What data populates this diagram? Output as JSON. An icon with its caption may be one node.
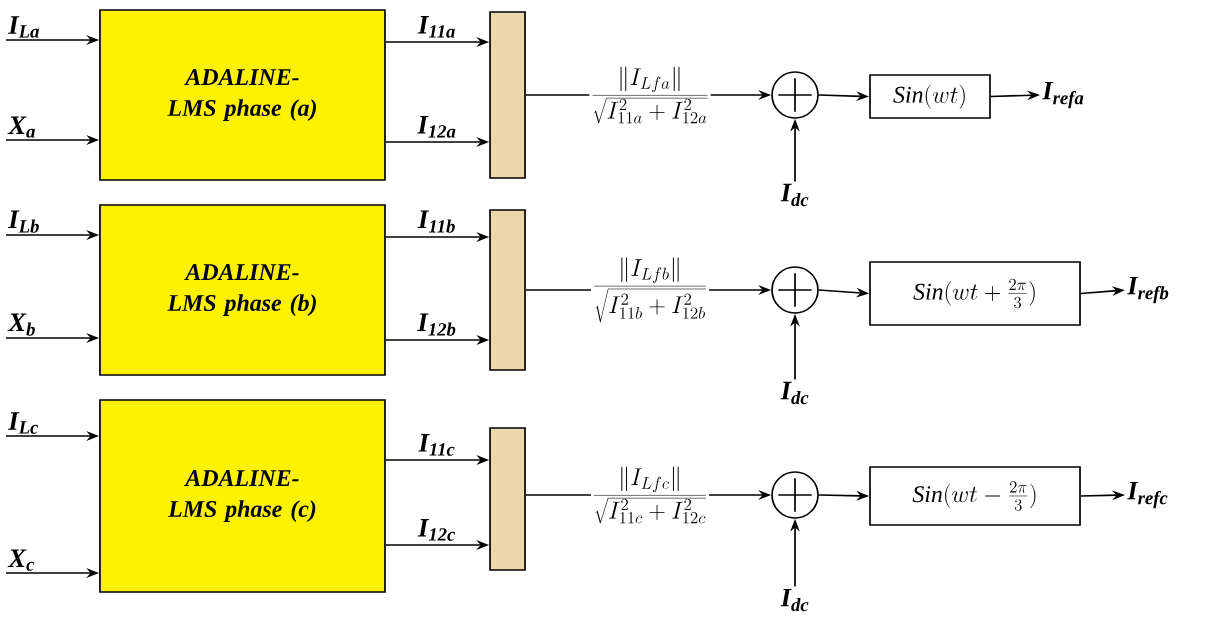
{
  "diagram": {
    "nodes": [
      {
        "text": [
          "I$_{La}$"
        ]
      },
      {
        "text": [
          "X$_{a}$"
        ]
      },
      {
        "text": [
          "ADALINE-LMS phase (a)"
        ]
      },
      {
        "text": [],
        "shape": "bar"
      },
      {
        "text": [],
        "shape": "circle"
      },
      {
        "text": [
          "I$_{dc}$"
        ]
      },
      {
        "text": [
          "\\mathit{Sin}(wt)"
        ]
      },
      {
        "text": [
          "I$_{refa}$"
        ]
      },
      {
        "text": [
          "I$_{Lb}$"
        ]
      },
      {
        "text": [
          "X$_{b}$"
        ]
      },
      {
        "text": [
          "ADALINE-LMS phase (b)"
        ]
      },
      {
        "text": [],
        "shape": "bar"
      },
      {
        "text": [],
        "shape": "circle"
      },
      {
        "text": [
          "I$_{dc}$"
        ]
      },
      {
        "text": [
          "\\mathit{Sin}(wt+\\frac{2\\pi}{3})"
        ]
      },
      {
        "text": [
          "I$_{refb}$"
        ]
      },
      {
        "text": [
          "I$_{Lc}$"
        ]
      },
      {
        "text": [
          "X$_{c}$"
        ]
      },
      {
        "text": [
          "ADALINE-LMS phase (c)"
        ]
      },
      {
        "text": [],
        "shape": "bar"
      },
      {
        "text": [],
        "shape": "circle"
      },
      {
        "text": [
          "I$_{dc}$"
        ]
      },
      {
        "text": [
          "\\mathit{Sin}(wt-\\frac{2\\pi}{3})"
        ]
      },
      {
        "text": [
          "I$_{refc}$"
        ]
      }
    ],
    "edges": [
      {
        "from": 0,
        "to": 2,
        "arrow": "to"
      },
      {
        "from": 1,
        "to": 2,
        "arrow": "to"
      },
      {
        "from": 2,
        "to": 3,
        "arrow": "to",
        "label": "I$_{11a}$"
      },
      {
        "from": 2,
        "to": 3,
        "arrow": "to",
        "label": "I$_{12a}$"
      },
      {
        "from": 3,
        "to": 4,
        "arrow": "to",
        "label": "\\frac{\\|I_{Lfa}\\|}{\\sqrt{I_{11a}^{2}+I_{12a}^{2}}}"
      },
      {
        "from": 5,
        "to": 4,
        "arrow": "to"
      },
      {
        "from": 4,
        "to": 6,
        "arrow": "to"
      },
      {
        "from": 6,
        "to": 7,
        "arrow": "to"
      },
      {
        "from": 8,
        "to": 10,
        "arrow": "to"
      },
      {
        "from": 9,
        "to": 10,
        "arrow": "to"
      },
      {
        "from": 10,
        "to": 11,
        "arrow": "to",
        "label": "I$_{11b}$"
      },
      {
        "from": 10,
        "to": 11,
        "arrow": "to",
        "label": "I$_{12b}$"
      },
      {
        "from": 11,
        "to": 12,
        "arrow": "to",
        "label": "\\frac{\\|I_{Lfb}\\|}{\\sqrt{I_{11b}^{2}+I_{12b}^{2}}}"
      },
      {
        "from": 13,
        "to": 12,
        "arrow": "to"
      },
      {
        "from": 12,
        "to": 14,
        "arrow": "to"
      },
      {
        "from": 14,
        "to": 15,
        "arrow": "to"
      },
      {
        "from": 16,
        "to": 18,
        "arrow": "to"
      },
      {
        "from": 17,
        "to": 18,
        "arrow": "to"
      },
      {
        "from": 18,
        "to": 19,
        "arrow": "to",
        "label": "I$_{11c}$"
      },
      {
        "from": 18,
        "to": 19,
        "arrow": "to",
        "label": "I$_{12c}$"
      },
      {
        "from": 19,
        "to": 20,
        "arrow": "to",
        "label": "\\frac{\\|I_{Lfc}\\|}{\\sqrt{I_{11c}^{2}+I_{12c}^{2}}}"
      },
      {
        "from": 21,
        "to": 20,
        "arrow": "to"
      },
      {
        "from": 20,
        "to": 22,
        "arrow": "to"
      },
      {
        "from": 22,
        "to": 23,
        "arrow": "to"
      }
    ]
  }
}
